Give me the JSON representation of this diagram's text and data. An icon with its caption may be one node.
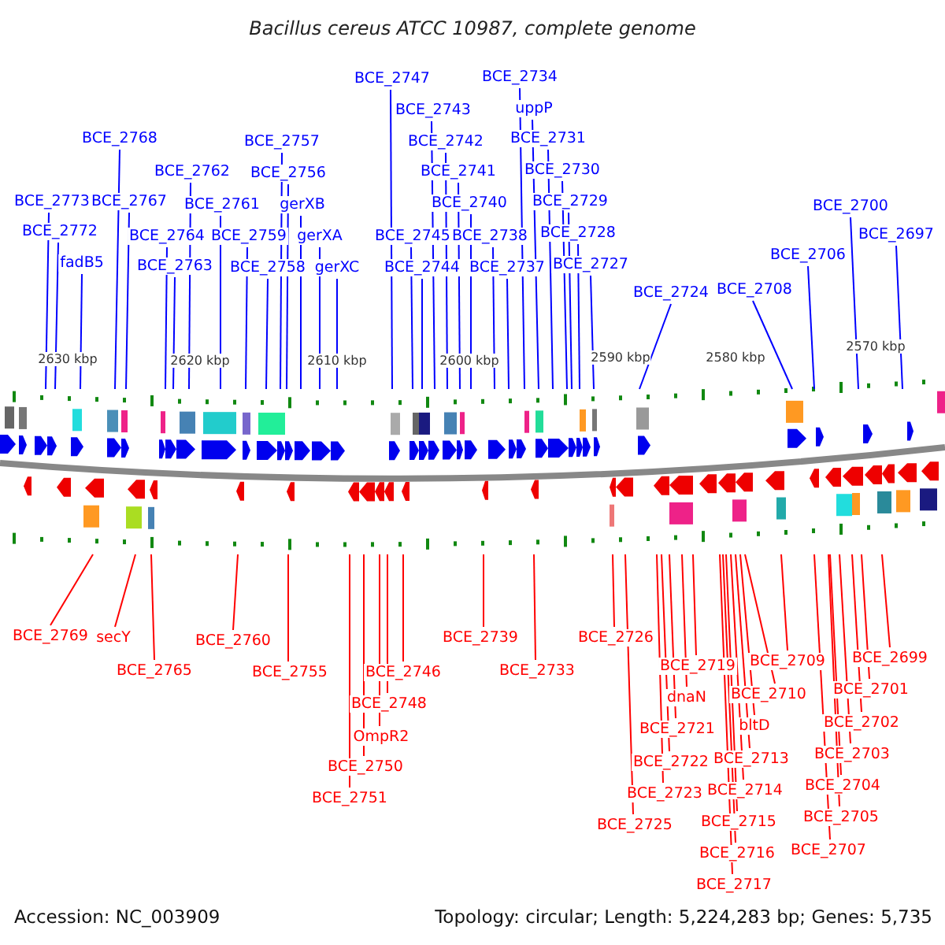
{
  "diagram": {
    "title": "Bacillus cereus ATCC 10987, complete genome",
    "nodes": [
      {
        "text": [
          "BCE_2773"
        ]
      },
      {
        "text": [
          "BCE_2772"
        ]
      },
      {
        "text": [
          "fadB5"
        ]
      },
      {
        "text": [
          "BCE_2768"
        ]
      },
      {
        "text": [
          "BCE_2767"
        ]
      },
      {
        "text": [
          "BCE_2764"
        ]
      },
      {
        "text": [
          "BCE_2763"
        ]
      },
      {
        "text": [
          "BCE_2762"
        ]
      },
      {
        "text": [
          "BCE_2761"
        ]
      },
      {
        "text": [
          "BCE_2759"
        ]
      },
      {
        "text": [
          "BCE_2758"
        ]
      },
      {
        "text": [
          "BCE_2757"
        ]
      },
      {
        "text": [
          "BCE_2756"
        ]
      },
      {
        "text": [
          "gerXB"
        ]
      },
      {
        "text": [
          "gerXA"
        ]
      },
      {
        "text": [
          "gerXC"
        ]
      },
      {
        "text": [
          "BCE_2747"
        ]
      },
      {
        "text": [
          "BCE_2745"
        ]
      },
      {
        "text": [
          "BCE_2744"
        ]
      },
      {
        "text": [
          "BCE_2743"
        ]
      },
      {
        "text": [
          "BCE_2742"
        ]
      },
      {
        "text": [
          "BCE_2741"
        ]
      },
      {
        "text": [
          "BCE_2740"
        ]
      },
      {
        "text": [
          "BCE_2738"
        ]
      },
      {
        "text": [
          "BCE_2737"
        ]
      },
      {
        "text": [
          "BCE_2734"
        ]
      },
      {
        "text": [
          "uppP"
        ]
      },
      {
        "text": [
          "BCE_2731"
        ]
      },
      {
        "text": [
          "BCE_2730"
        ]
      },
      {
        "text": [
          "BCE_2729"
        ]
      },
      {
        "text": [
          "BCE_2728"
        ]
      },
      {
        "text": [
          "BCE_2727"
        ]
      },
      {
        "text": [
          "BCE_2724"
        ]
      },
      {
        "text": [
          "BCE_2708"
        ]
      },
      {
        "text": [
          "BCE_2706"
        ]
      },
      {
        "text": [
          "BCE_2700"
        ]
      },
      {
        "text": [
          "BCE_2697"
        ]
      },
      {
        "text": [
          "BCE_2769"
        ]
      },
      {
        "text": [
          "secY"
        ]
      },
      {
        "text": [
          "BCE_2765"
        ]
      },
      {
        "text": [
          "BCE_2760"
        ]
      },
      {
        "text": [
          "BCE_2755"
        ]
      },
      {
        "text": [
          "BCE_2746"
        ]
      },
      {
        "text": [
          "BCE_2748"
        ]
      },
      {
        "text": [
          "OmpR2"
        ]
      },
      {
        "text": [
          "BCE_2750"
        ]
      },
      {
        "text": [
          "BCE_2751"
        ]
      },
      {
        "text": [
          "BCE_2739"
        ]
      },
      {
        "text": [
          "BCE_2733"
        ]
      },
      {
        "text": [
          "BCE_2726"
        ]
      },
      {
        "text": [
          "BCE_2725"
        ]
      },
      {
        "text": [
          "BCE_2723"
        ]
      },
      {
        "text": [
          "BCE_2722"
        ]
      },
      {
        "text": [
          "BCE_2721"
        ]
      },
      {
        "text": [
          "dnaN"
        ]
      },
      {
        "text": [
          "BCE_2719"
        ]
      },
      {
        "text": [
          "BCE_2717"
        ]
      },
      {
        "text": [
          "BCE_2716"
        ]
      },
      {
        "text": [
          "BCE_2715"
        ]
      },
      {
        "text": [
          "BCE_2714"
        ]
      },
      {
        "text": [
          "BCE_2713"
        ]
      },
      {
        "text": [
          "bltD"
        ]
      },
      {
        "text": [
          "BCE_2710"
        ]
      },
      {
        "text": [
          "BCE_2709"
        ]
      },
      {
        "text": [
          "BCE_2707"
        ]
      },
      {
        "text": [
          "BCE_2705"
        ]
      },
      {
        "text": [
          "BCE_2704"
        ]
      },
      {
        "text": [
          "BCE_2703"
        ]
      },
      {
        "text": [
          "BCE_2702"
        ]
      },
      {
        "text": [
          "BCE_2701"
        ]
      },
      {
        "text": [
          "BCE_2699"
        ]
      }
    ],
    "edges": [
      {
        "from": 0,
        "to": null,
        "arrow": "none",
        "color": "#0000ff"
      },
      {
        "from": 1,
        "to": null,
        "arrow": "none",
        "color": "#0000ff"
      },
      {
        "from": 2,
        "to": null,
        "arrow": "none",
        "color": "#0000ff"
      },
      {
        "from": 3,
        "to": null,
        "arrow": "none",
        "color": "#0000ff"
      },
      {
        "from": 4,
        "to": null,
        "arrow": "none",
        "color": "#0000ff"
      },
      {
        "from": 5,
        "to": null,
        "arrow": "none",
        "color": "#0000ff"
      },
      {
        "from": 6,
        "to": null,
        "arrow": "none",
        "color": "#0000ff"
      },
      {
        "from": 7,
        "to": null,
        "arrow": "none",
        "color": "#0000ff"
      },
      {
        "from": 8,
        "to": null,
        "arrow": "none",
        "color": "#0000ff"
      },
      {
        "from": 9,
        "to": null,
        "arrow": "none",
        "color": "#0000ff"
      },
      {
        "from": 10,
        "to": null,
        "arrow": "none",
        "color": "#0000ff"
      },
      {
        "from": 11,
        "to": null,
        "arrow": "none",
        "color": "#0000ff"
      },
      {
        "from": 12,
        "to": null,
        "arrow": "none",
        "color": "#0000ff"
      },
      {
        "from": 13,
        "to": null,
        "arrow": "none",
        "color": "#0000ff"
      },
      {
        "from": 14,
        "to": null,
        "arrow": "none",
        "color": "#0000ff"
      },
      {
        "from": 15,
        "to": null,
        "arrow": "none",
        "color": "#0000ff"
      },
      {
        "from": 16,
        "to": null,
        "arrow": "none",
        "color": "#0000ff"
      },
      {
        "from": 17,
        "to": null,
        "arrow": "none",
        "color": "#0000ff"
      },
      {
        "from": 18,
        "to": null,
        "arrow": "none",
        "color": "#0000ff"
      },
      {
        "from": 19,
        "to": null,
        "arrow": "none",
        "color": "#0000ff"
      },
      {
        "from": 20,
        "to": null,
        "arrow": "none",
        "color": "#0000ff"
      },
      {
        "from": 21,
        "to": null,
        "arrow": "none",
        "color": "#0000ff"
      },
      {
        "from": 22,
        "to": null,
        "arrow": "none",
        "color": "#0000ff"
      },
      {
        "from": 23,
        "to": null,
        "arrow": "none",
        "color": "#0000ff"
      },
      {
        "from": 24,
        "to": null,
        "arrow": "none",
        "color": "#0000ff"
      },
      {
        "from": 25,
        "to": null,
        "arrow": "none",
        "color": "#0000ff"
      },
      {
        "from": 26,
        "to": null,
        "arrow": "none",
        "color": "#0000ff"
      },
      {
        "from": 27,
        "to": null,
        "arrow": "none",
        "color": "#0000ff"
      },
      {
        "from": 28,
        "to": null,
        "arrow": "none",
        "color": "#0000ff"
      },
      {
        "from": 29,
        "to": null,
        "arrow": "none",
        "color": "#0000ff"
      },
      {
        "from": 30,
        "to": null,
        "arrow": "none",
        "color": "#0000ff"
      },
      {
        "from": 31,
        "to": null,
        "arrow": "none",
        "color": "#0000ff"
      },
      {
        "from": 32,
        "to": null,
        "arrow": "none",
        "color": "#0000ff"
      },
      {
        "from": 33,
        "to": null,
        "arrow": "none",
        "color": "#0000ff"
      },
      {
        "from": 34,
        "to": null,
        "arrow": "none",
        "color": "#0000ff"
      },
      {
        "from": 35,
        "to": null,
        "arrow": "none",
        "color": "#0000ff"
      },
      {
        "from": 36,
        "to": null,
        "arrow": "none",
        "color": "#0000ff"
      },
      {
        "from": 37,
        "to": null,
        "arrow": "none",
        "color": "#ff0000"
      },
      {
        "from": 38,
        "to": null,
        "arrow": "none",
        "color": "#ff0000"
      },
      {
        "from": 39,
        "to": null,
        "arrow": "none",
        "color": "#ff0000"
      },
      {
        "from": 40,
        "to": null,
        "arrow": "none",
        "color": "#ff0000"
      },
      {
        "from": 41,
        "to": null,
        "arrow": "none",
        "color": "#ff0000"
      },
      {
        "from": 42,
        "to": null,
        "arrow": "none",
        "color": "#ff0000"
      },
      {
        "from": 43,
        "to": null,
        "arrow": "none",
        "color": "#ff0000"
      },
      {
        "from": 44,
        "to": null,
        "arrow": "none",
        "color": "#ff0000"
      },
      {
        "from": 45,
        "to": null,
        "arrow": "none",
        "color": "#ff0000"
      },
      {
        "from": 46,
        "to": null,
        "arrow": "none",
        "color": "#ff0000"
      },
      {
        "from": 47,
        "to": null,
        "arrow": "none",
        "color": "#ff0000"
      },
      {
        "from": 48,
        "to": null,
        "arrow": "none",
        "color": "#ff0000"
      },
      {
        "from": 49,
        "to": null,
        "arrow": "none",
        "color": "#ff0000"
      },
      {
        "from": 50,
        "to": null,
        "arrow": "none",
        "color": "#ff0000"
      },
      {
        "from": 51,
        "to": null,
        "arrow": "none",
        "color": "#ff0000"
      },
      {
        "from": 52,
        "to": null,
        "arrow": "none",
        "color": "#ff0000"
      },
      {
        "from": 53,
        "to": null,
        "arrow": "none",
        "color": "#ff0000"
      },
      {
        "from": 54,
        "to": null,
        "arrow": "none",
        "color": "#ff0000"
      },
      {
        "from": 55,
        "to": null,
        "arrow": "none",
        "color": "#ff0000"
      },
      {
        "from": 56,
        "to": null,
        "arrow": "none",
        "color": "#ff0000"
      },
      {
        "from": 57,
        "to": null,
        "arrow": "none",
        "color": "#ff0000"
      },
      {
        "from": 58,
        "to": null,
        "arrow": "none",
        "color": "#ff0000"
      },
      {
        "from": 59,
        "to": null,
        "arrow": "none",
        "color": "#ff0000"
      },
      {
        "from": 60,
        "to": null,
        "arrow": "none",
        "color": "#ff0000"
      },
      {
        "from": 61,
        "to": null,
        "arrow": "none",
        "color": "#ff0000"
      },
      {
        "from": 62,
        "to": null,
        "arrow": "none",
        "color": "#ff0000"
      },
      {
        "from": 63,
        "to": null,
        "arrow": "none",
        "color": "#ff0000"
      },
      {
        "from": 64,
        "to": null,
        "arrow": "none",
        "color": "#ff0000"
      },
      {
        "from": 65,
        "to": null,
        "arrow": "none",
        "color": "#ff0000"
      },
      {
        "from": 66,
        "to": null,
        "arrow": "none",
        "color": "#ff0000"
      },
      {
        "from": 67,
        "to": null,
        "arrow": "none",
        "color": "#ff0000"
      },
      {
        "from": 68,
        "to": null,
        "arrow": "none",
        "color": "#ff0000"
      },
      {
        "from": 69,
        "to": null,
        "arrow": "none",
        "color": "#ff0000"
      },
      {
        "from": 70,
        "to": null,
        "arrow": "none",
        "color": "#ff0000"
      }
    ],
    "labels": [
      "2630 kbp",
      "2620 kbp",
      "2610 kbp",
      "2600 kbp",
      "2590 kbp",
      "2580 kbp",
      "2570 kbp",
      "Accession: NC_003909",
      "Topology: circular; Length: 5,224,283 bp; Genes: 5,735"
    ]
  }
}
